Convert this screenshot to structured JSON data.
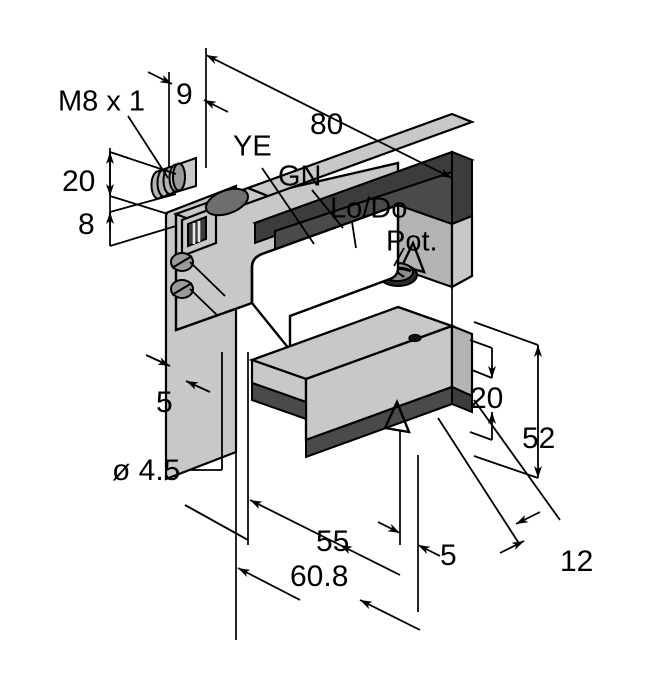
{
  "drawing": {
    "title": "Fork sensor dimensional drawing",
    "units": "mm",
    "colors": {
      "line": "#000000",
      "body_light": "#c8c8c8",
      "body_mid": "#b4b4b4",
      "body_dark": "#5a5a5a",
      "body_darker": "#3c3c3c",
      "face_shadow": "#9a9a9a",
      "background": "#ffffff"
    }
  },
  "labels": {
    "thread": "M8 x 1",
    "yellow_led": "YE",
    "green_led": "GN",
    "mode_switch": "Lo/Do",
    "potentiometer": "Pot."
  },
  "dimensions": {
    "top_offset": "9",
    "overall_length": "80",
    "head_height": "20",
    "connector_height": "8",
    "plate_thickness": "5",
    "hole_diameter": "ø 4.5",
    "slot_depth": "55",
    "overall_depth": "60.8",
    "arm_end_offset": "5",
    "arm_height": "20",
    "fork_height": "52",
    "body_width": "12"
  }
}
